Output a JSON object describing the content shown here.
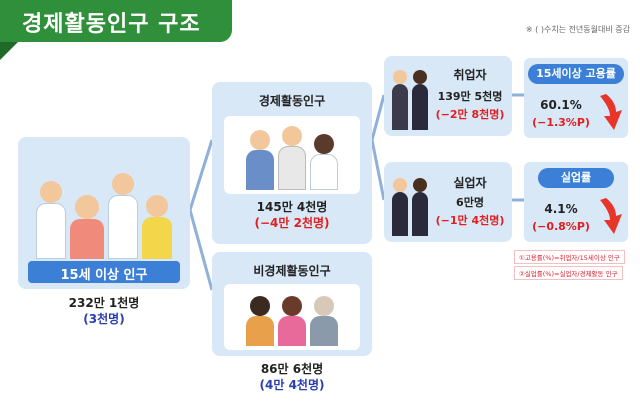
{
  "header": {
    "title": "경제활동인구 구조",
    "note": "※ ( )수치는 전년동월대비 증감"
  },
  "population_15plus": {
    "label": "15세 이상 인구",
    "value": "232만 1천명",
    "change": "(3천명)"
  },
  "labor_force": {
    "label": "경제활동인구",
    "value": "145만 4천명",
    "change": "(−4만 2천명)"
  },
  "non_labor_force": {
    "label": "비경제활동인구",
    "value": "86만 6천명",
    "change": "(4만 4천명)"
  },
  "employed": {
    "label": "취업자",
    "value": "139만 5천명",
    "change": "(−2만 8천명)"
  },
  "unemployed": {
    "label": "실업자",
    "value": "6만명",
    "change": "(−1만 4천명)"
  },
  "employment_rate": {
    "label": "15세이상 고용률",
    "value": "60.1%",
    "change": "(−1.3%P)"
  },
  "unemployment_rate": {
    "label": "실업률",
    "value": "4.1%",
    "change": "(−0.8%P)"
  },
  "legend": {
    "employment_formula": "①고용률(%)=취업자/15세이상 인구",
    "unemployment_formula": "②실업률(%)=실업자/경제활동 인구"
  },
  "colors": {
    "brand_green": "#2f8f3a",
    "panel_blue": "#d8e8f7",
    "accent_blue": "#3c7fd6",
    "decrease_red": "#e02020",
    "increase_blue": "#2a3fb0"
  }
}
